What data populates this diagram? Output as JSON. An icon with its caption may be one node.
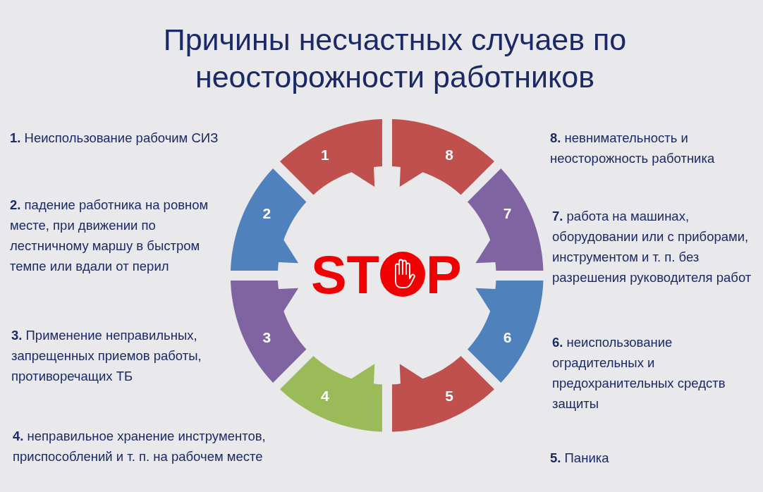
{
  "diagram": {
    "title": "Причины несчастных случаев по неосторожности работников",
    "nodes": [
      {
        "text": [
          "1"
        ]
      },
      {
        "text": [
          "2"
        ]
      },
      {
        "text": [
          "3"
        ]
      },
      {
        "text": [
          "4"
        ]
      },
      {
        "text": [
          "5"
        ]
      },
      {
        "text": [
          "6"
        ]
      },
      {
        "text": [
          "7"
        ]
      },
      {
        "text": [
          "8"
        ]
      }
    ],
    "labels": [
      "**1.** Неиспользование рабочим СИЗ",
      "**8.** невнимательность и неосторожность работника",
      "**2.** падение работника на ровном месте, при движении по лестничному маршу в быстром темпе или вдали от перил",
      "**7.** работа на машинах, оборудовании или с приборами, инструментом и т. п. без разрешения руководителя работ",
      "**3.** Применение неправильных, запрещенных приемов работы, противоречащих ТБ",
      "**6.** неиспользование оградительных и предохранительных средств защиты",
      "**4.** неправильное хранение инструментов, приспособлений и т. п. на рабочем месте",
      "**5.** Паника",
      "ST",
      "P"
    ]
  }
}
